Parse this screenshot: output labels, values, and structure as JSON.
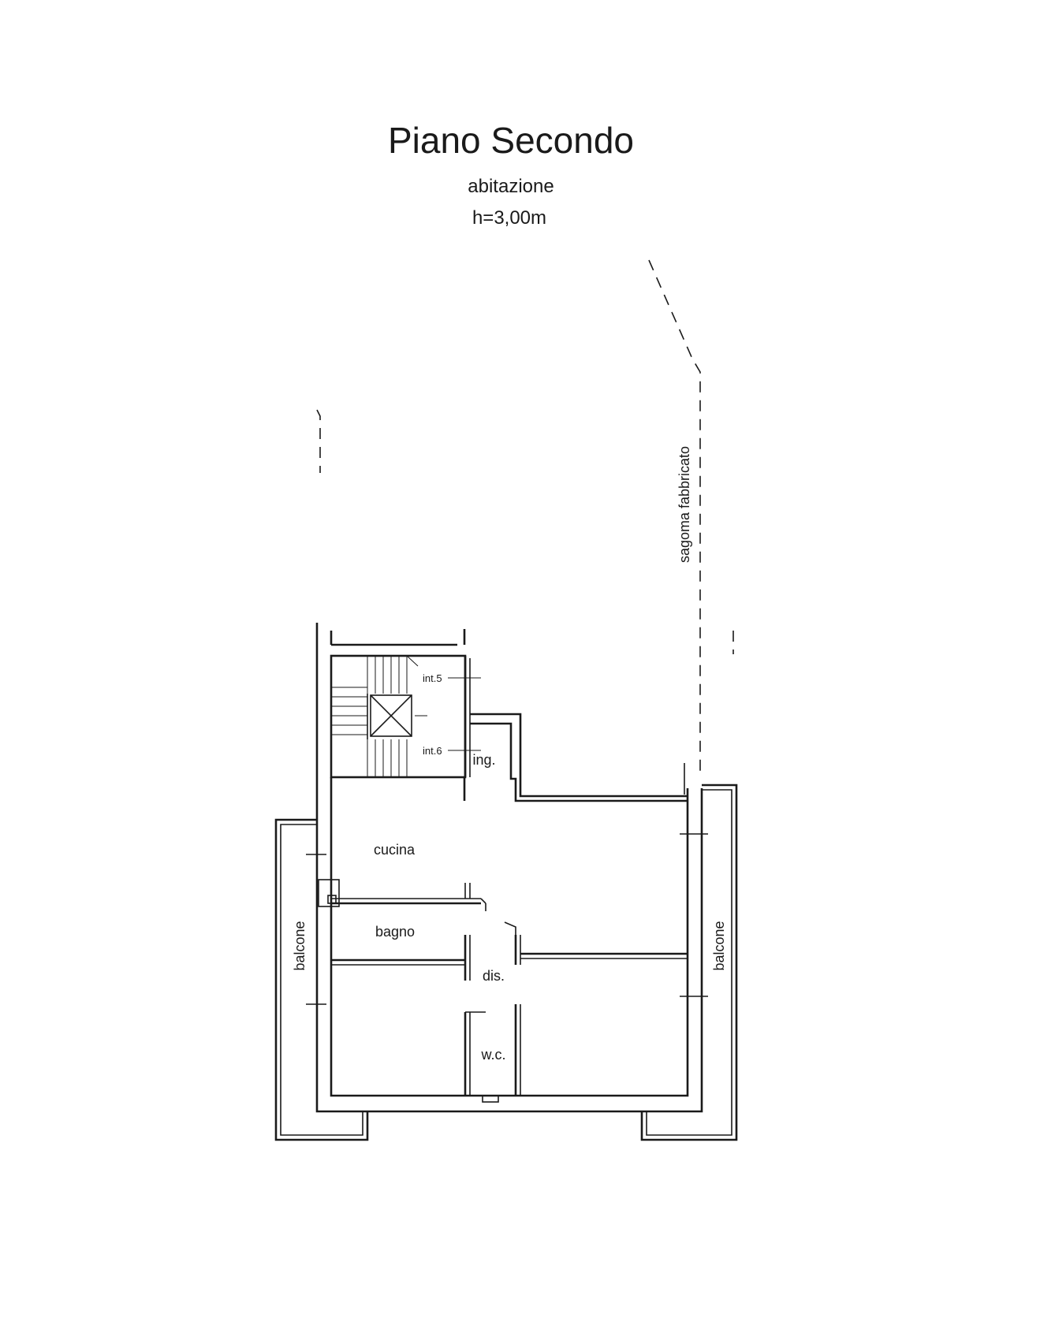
{
  "header": {
    "title": "Piano Secondo",
    "subtitle": "abitazione",
    "height": "h=3,00m"
  },
  "labels": {
    "outline": "sagoma fabbricato",
    "int5": "int.5",
    "int6": "int.6",
    "entrance": "ing.",
    "kitchen": "cucina",
    "bathroom": "bagno",
    "hall": "dis.",
    "wc": "w.c.",
    "balcony_left": "balcone",
    "balcony_right": "balcone"
  }
}
